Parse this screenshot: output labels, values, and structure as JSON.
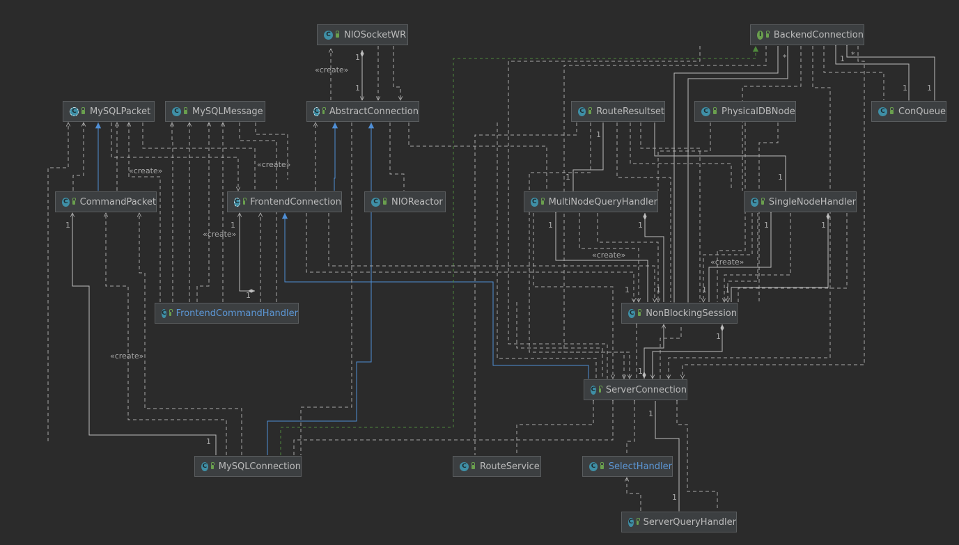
{
  "nodes": {
    "nio_socket_wr": {
      "name": "NIOSocketWR",
      "kind": "class",
      "kind_glyph": "C"
    },
    "backend_connection": {
      "name": "BackendConnection",
      "kind": "interface",
      "kind_glyph": "I"
    },
    "mysql_packet": {
      "name": "MySQLPacket",
      "kind": "abstract",
      "kind_glyph": "C"
    },
    "mysql_message": {
      "name": "MySQLMessage",
      "kind": "class",
      "kind_glyph": "C"
    },
    "abstract_connection": {
      "name": "AbstractConnection",
      "kind": "abstract",
      "kind_glyph": "C"
    },
    "route_resultset": {
      "name": "RouteResultset",
      "kind": "class",
      "kind_glyph": "C"
    },
    "physical_db_node": {
      "name": "PhysicalDBNode",
      "kind": "class",
      "kind_glyph": "C"
    },
    "con_queue": {
      "name": "ConQueue",
      "kind": "class",
      "kind_glyph": "C"
    },
    "command_packet": {
      "name": "CommandPacket",
      "kind": "class",
      "kind_glyph": "C"
    },
    "frontend_connection": {
      "name": "FrontendConnection",
      "kind": "abstract",
      "kind_glyph": "C"
    },
    "nio_reactor": {
      "name": "NIOReactor",
      "kind": "class",
      "kind_glyph": "C"
    },
    "multi_node_query_handler": {
      "name": "MultiNodeQueryHandler",
      "kind": "class",
      "kind_glyph": "C"
    },
    "single_node_handler": {
      "name": "SingleNodeHandler",
      "kind": "class",
      "kind_glyph": "C"
    },
    "frontend_command_handler": {
      "name": "FrontendCommandHandler",
      "kind": "class",
      "kind_glyph": "C"
    },
    "non_blocking_session": {
      "name": "NonBlockingSession",
      "kind": "class",
      "kind_glyph": "C"
    },
    "server_connection": {
      "name": "ServerConnection",
      "kind": "class",
      "kind_glyph": "C"
    },
    "mysql_connection": {
      "name": "MySQLConnection",
      "kind": "class",
      "kind_glyph": "C"
    },
    "route_service": {
      "name": "RouteService",
      "kind": "class",
      "kind_glyph": "C"
    },
    "select_handler": {
      "name": "SelectHandler",
      "kind": "class",
      "kind_glyph": "C"
    },
    "server_query_handler": {
      "name": "ServerQueryHandler",
      "kind": "class",
      "kind_glyph": "C"
    }
  },
  "labels": {
    "create": "«create»",
    "one": "1",
    "many": "*"
  },
  "colors": {
    "background": "#2b2b2b",
    "node_fill": "#3c3f41",
    "node_text": "#bbbbbb",
    "highlight_text": "#5c97d6",
    "class_badge": "#3f8fa6",
    "interface_badge": "#6a9f4e",
    "dependency_line": "#a9a9a9",
    "inheritance_line": "#4f8fd6",
    "realization_line": "#4f8a3c"
  }
}
